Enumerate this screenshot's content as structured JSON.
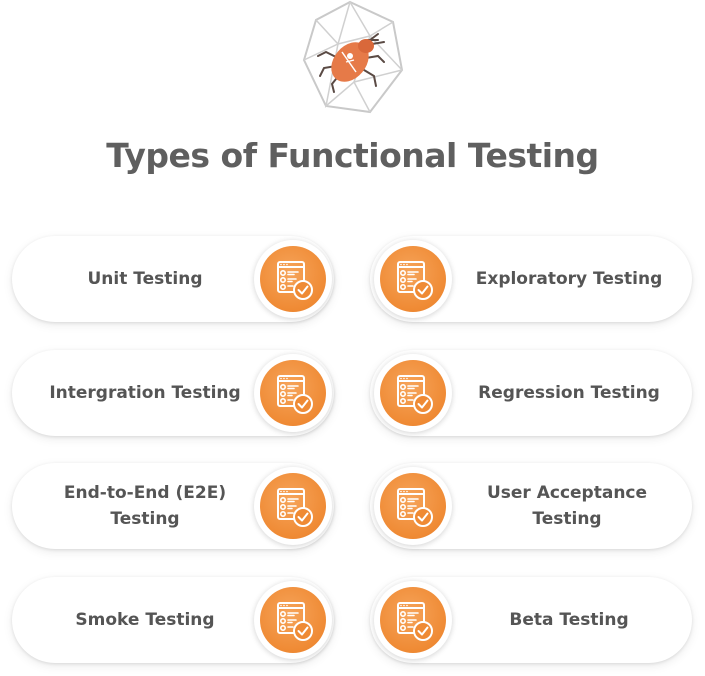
{
  "title": "Types of Functional Testing",
  "colors": {
    "accent": "#ef8a34",
    "title": "#5f5f5f",
    "label": "#555555"
  },
  "cards": [
    {
      "label": "Unit Testing",
      "icon": "checklist-icon"
    },
    {
      "label": "Exploratory Testing",
      "icon": "checklist-icon"
    },
    {
      "label": "Intergration Testing",
      "icon": "checklist-icon"
    },
    {
      "label": "Regression Testing",
      "icon": "checklist-icon"
    },
    {
      "label": "End-to-End (E2E) Testing",
      "icon": "checklist-icon"
    },
    {
      "label": "User Acceptance Testing",
      "icon": "checklist-icon"
    },
    {
      "label": "Smoke Testing",
      "icon": "checklist-icon"
    },
    {
      "label": "Beta Testing",
      "icon": "checklist-icon"
    }
  ]
}
